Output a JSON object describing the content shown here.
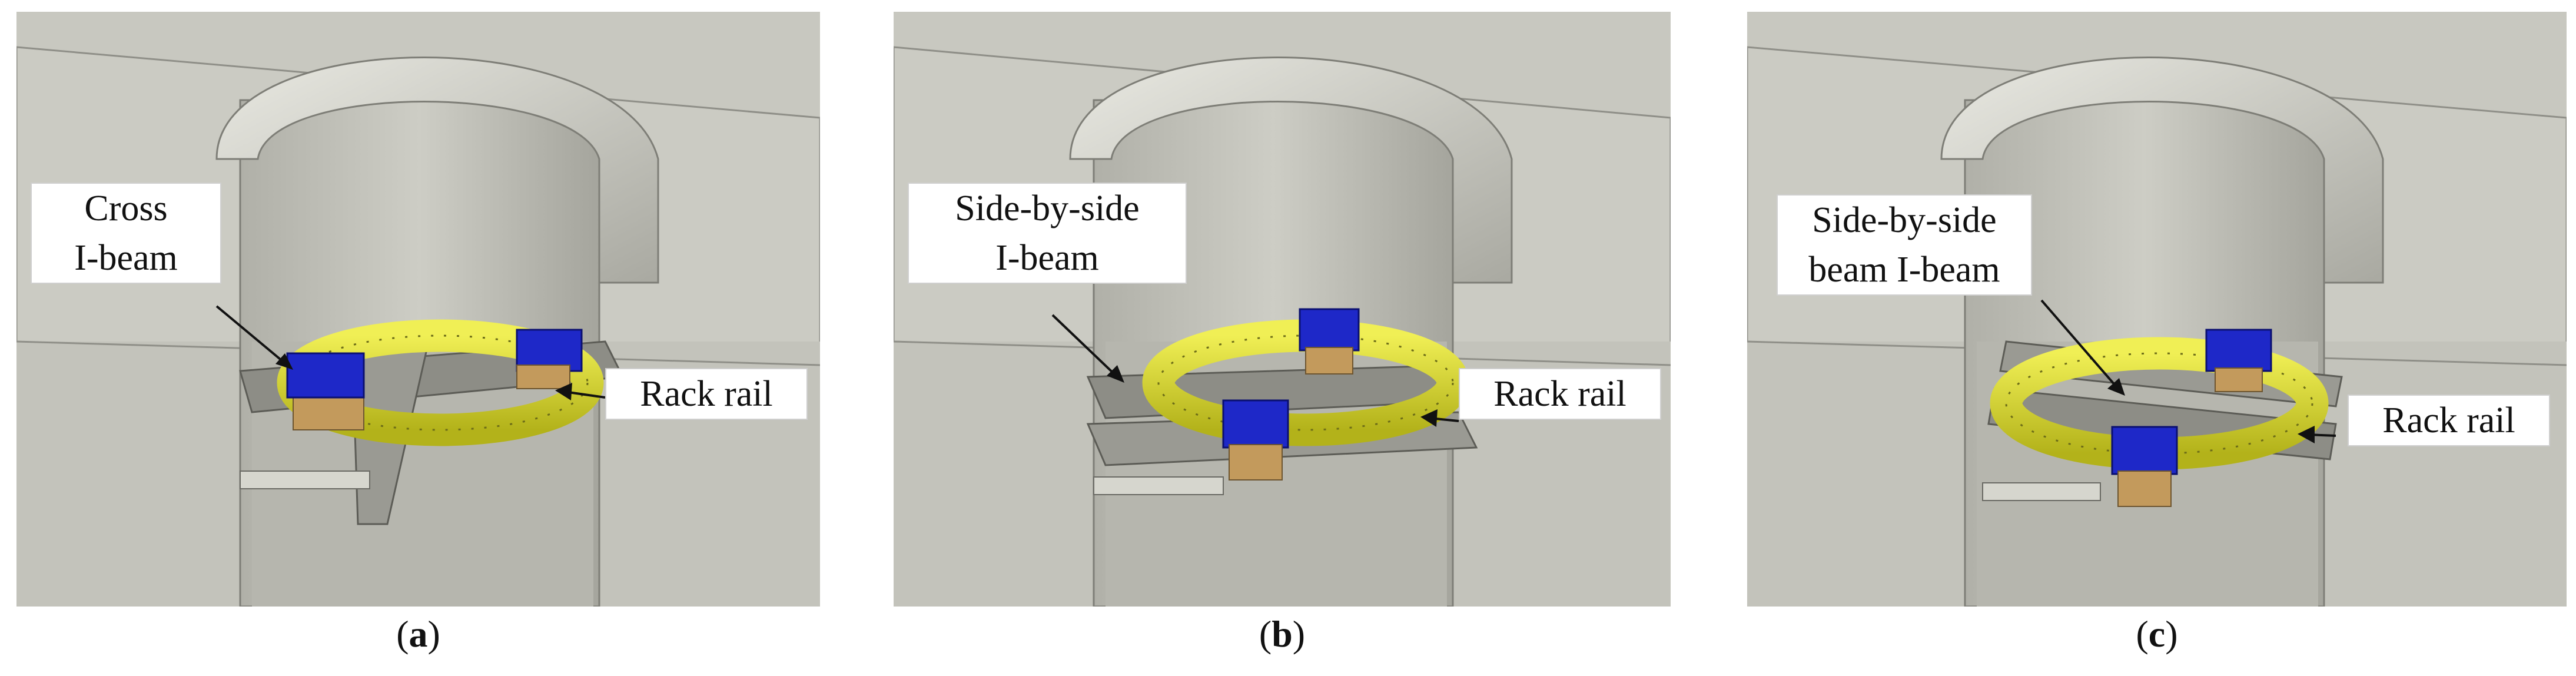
{
  "panels": [
    {
      "id": "a",
      "caption": "a",
      "beam_label": [
        "Cross",
        "I-beam"
      ],
      "rail_label": "Rack rail"
    },
    {
      "id": "b",
      "caption": "b",
      "beam_label": [
        "Side-by-side",
        "I-beam"
      ],
      "rail_label": "Rack rail"
    },
    {
      "id": "c",
      "caption": "c",
      "beam_label": [
        "Side-by-side",
        "beam I-beam"
      ],
      "rail_label": "Rack rail"
    }
  ],
  "colors": {
    "background": "#ffffff",
    "scene_floor": "#c8c8c0",
    "wall": "#bdbdb3",
    "dome": "#d8d8d0",
    "ring": "#e0df2a",
    "motor": "#1e28c8",
    "bracket": "#c39a5c",
    "beam": "#8d8d86"
  }
}
